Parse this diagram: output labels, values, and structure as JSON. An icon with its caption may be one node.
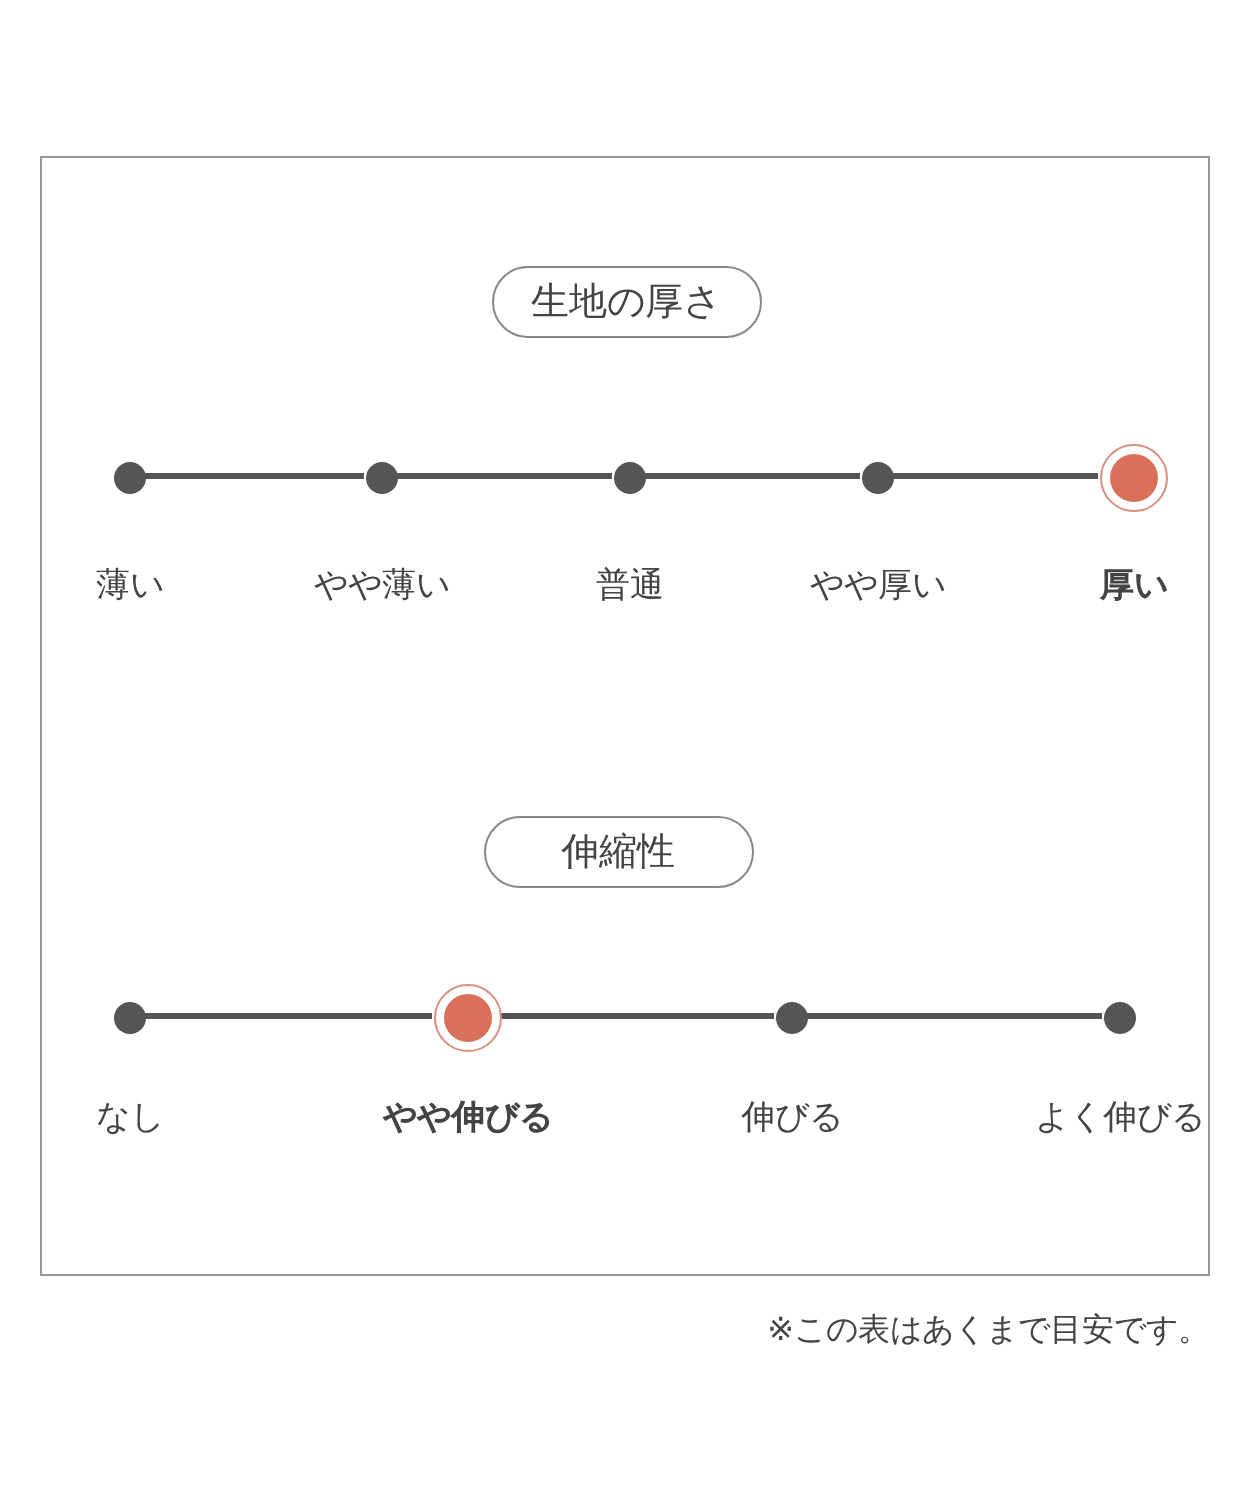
{
  "diagram": {
    "nodes": [
      {
        "text": [],
        "shape": "box"
      },
      {
        "text": [
          "生地の厚さ"
        ],
        "in": 0
      },
      {
        "text": [],
        "shape": "circle",
        "in": 0,
        "beside": [
          "薄い"
        ]
      },
      {
        "text": [],
        "shape": "circle",
        "in": 0,
        "beside": [
          "やや薄い"
        ]
      },
      {
        "text": [],
        "shape": "circle",
        "in": 0,
        "beside": [
          "普通"
        ]
      },
      {
        "text": [],
        "shape": "circle",
        "in": 0,
        "beside": [
          "やや厚い"
        ]
      },
      {
        "text": [],
        "shape": "ring",
        "in": 0,
        "beside": [
          "厚い"
        ]
      },
      {
        "text": [
          "伸縮性"
        ],
        "in": 0
      },
      {
        "text": [],
        "shape": "circle",
        "in": 0,
        "beside": [
          "なし"
        ]
      },
      {
        "text": [],
        "shape": "ring",
        "in": 0,
        "beside": [
          "やや伸びる"
        ]
      },
      {
        "text": [],
        "shape": "circle",
        "in": 0,
        "beside": [
          "伸びる"
        ]
      },
      {
        "text": [],
        "shape": "circle",
        "in": 0,
        "beside": [
          "よく伸びる"
        ]
      }
    ],
    "edges": [
      {
        "from": 2,
        "to": 3,
        "arrow": "none"
      },
      {
        "from": 3,
        "to": 4,
        "arrow": "none"
      },
      {
        "from": 4,
        "to": 5,
        "arrow": "none"
      },
      {
        "from": 5,
        "to": 6,
        "arrow": "none"
      },
      {
        "from": 8,
        "to": 9,
        "arrow": "none"
      },
      {
        "from": 9,
        "to": 10,
        "arrow": "none"
      },
      {
        "from": 10,
        "to": 11,
        "arrow": "none"
      }
    ],
    "labels": [
      "※この表はあくまで目安です。"
    ]
  }
}
